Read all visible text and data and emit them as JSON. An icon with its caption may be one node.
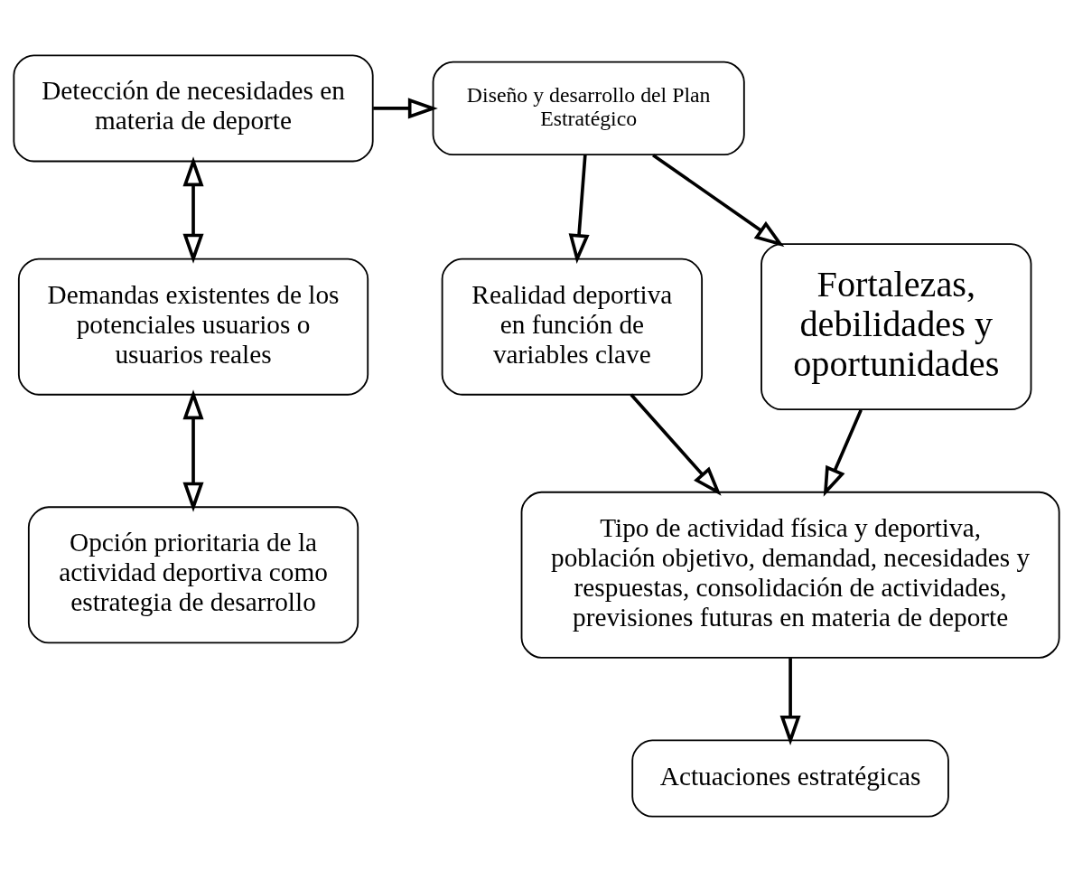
{
  "diagram": {
    "nodes": [
      {
        "text": [
          "Detección de necesidades en materia de deporte"
        ]
      },
      {
        "text": [
          "Diseño y desarrollo del Plan Estratégico"
        ]
      },
      {
        "text": [
          "Demandas existentes de los potenciales usuarios o usuarios reales"
        ]
      },
      {
        "text": [
          "Realidad deportiva en función de variables clave"
        ]
      },
      {
        "text": [
          "Fortalezas, debilidades y oportunidades"
        ]
      },
      {
        "text": [
          "Opción prioritaria de la actividad deportiva como estrategia de desarrollo"
        ]
      },
      {
        "text": [
          "Tipo de actividad física y deportiva, población objetivo, demandad, necesidades y respuestas, consolidación de actividades, previsiones futuras en materia de deporte"
        ]
      },
      {
        "text": [
          "Actuaciones estratégicas"
        ]
      }
    ],
    "edges": [
      {
        "from": 0,
        "to": 1,
        "arrow": "to"
      },
      {
        "from": 0,
        "to": 2,
        "arrow": "both"
      },
      {
        "from": 1,
        "to": 3,
        "arrow": "to"
      },
      {
        "from": 1,
        "to": 4,
        "arrow": "to"
      },
      {
        "from": 2,
        "to": 5,
        "arrow": "both"
      },
      {
        "from": 3,
        "to": 6,
        "arrow": "to"
      },
      {
        "from": 4,
        "to": 6,
        "arrow": "to"
      },
      {
        "from": 6,
        "to": 7,
        "arrow": "to"
      }
    ]
  }
}
